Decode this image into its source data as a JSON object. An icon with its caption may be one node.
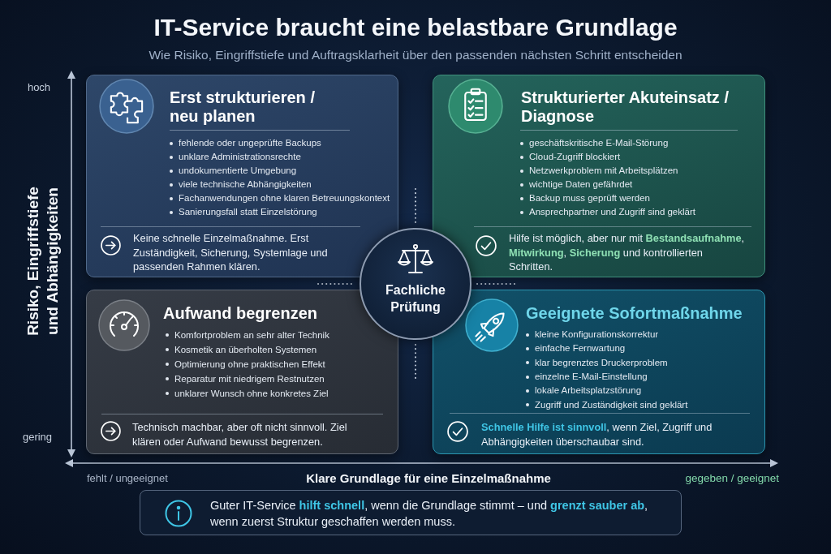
{
  "diagram": {
    "title": "IT-Service braucht eine belastbare Grundlage",
    "nodes": [
      {
        "text": [
          "Erst strukturieren / neu planen",
          "fehlende oder ungeprüfte Backups",
          "unklare Administrationsrechte",
          "undokumentierte Umgebung",
          "viele technische Abhängigkeiten",
          "Fachanwendungen ohne klaren Betreuungskontext",
          "Sanierungsfall statt Einzelstörung",
          "Keine schnelle Einzelmaßnahme. Erst Zuständigkeit, Sicherung, Systemlage und passenden Rahmen klären."
        ]
      },
      {
        "text": [
          "Strukturierter Akuteinsatz / Diagnose",
          "geschäftskritische E-Mail-Störung",
          "Cloud-Zugriff blockiert",
          "Netzwerkproblem mit Arbeitsplätzen",
          "wichtige Daten gefährdet",
          "Backup muss geprüft werden",
          "Ansprechpartner und Zugriff sind geklärt",
          "Hilfe ist möglich, aber nur mit **Bestandsaufnahme**, **Mitwirkung**, **Sicherung** und kontrollierten Schritten."
        ]
      },
      {
        "text": [
          "Fachliche Prüfung"
        ]
      },
      {
        "text": [
          "Aufwand begrenzen",
          "Komfortproblem an sehr alter Technik",
          "Kosmetik an überholten Systemen",
          "Optimierung ohne praktischen Effekt",
          "Reparatur mit niedrigem Restnutzen",
          "unklarer Wunsch ohne konkretes Ziel",
          "Technisch machbar, aber oft nicht sinnvoll. Ziel klären oder Aufwand bewusst begrenzen."
        ]
      },
      {
        "text": [
          "Geeignete Sofortmaßnahme",
          "kleine Konfigurationskorrektur",
          "einfache Fernwartung",
          "klar begrenztes Druckerproblem",
          "einzelne E-Mail-Einstellung",
          "lokale Arbeitsplatzstörung",
          "Zugriff und Zuständigkeit sind geklärt",
          "**Schnelle Hilfe ist sinnvoll**, wenn Ziel, Zugriff und Abhängigkeiten überschaubar sind."
        ]
      },
      {
        "text": [
          "Guter IT-Service **hilft schnell**, wenn die Grundlage stimmt – und **grenzt sauber ab**, wenn zuerst Struktur geschaffen werden muss."
        ]
      }
    ],
    "labels": [
      "Wie Risiko, Eingriffstiefe und Auftragsklarheit über den passenden nächsten Schritt entscheiden",
      "hoch",
      "Risiko, Eingriffstiefe und Abhängigkeiten",
      "gering",
      "fehlt / ungeeignet",
      "Klare Grundlage für eine Einzelmaßnahme",
      "gegeben / geeignet"
    ]
  }
}
